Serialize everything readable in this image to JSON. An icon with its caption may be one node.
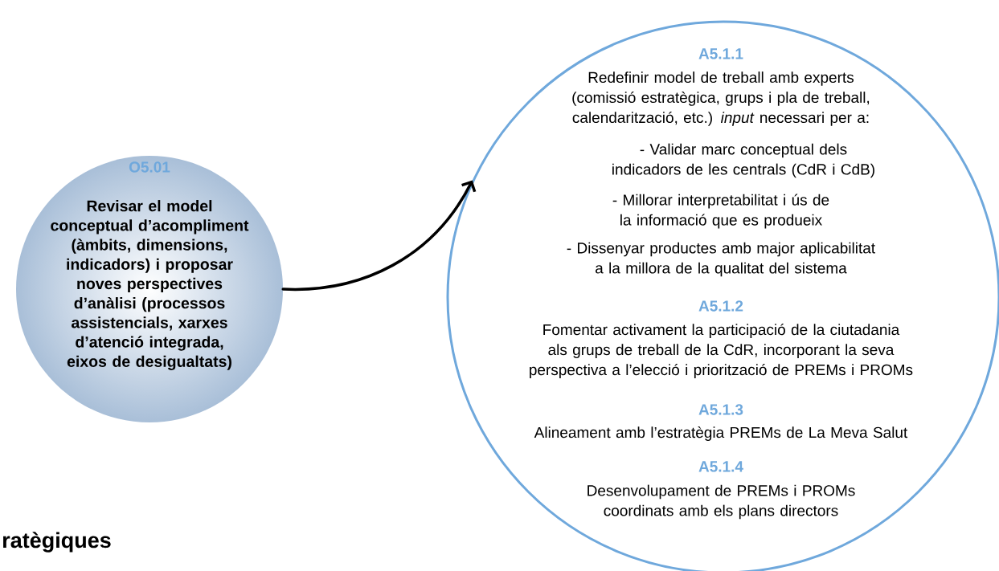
{
  "diagram": {
    "nodes": [
      {
        "text": [
          "O5.01",
          "Revisar el model conceptual d’acompliment (àmbits, dimensions, indicadors) i proposar noves perspectives d’anàlisi (processos assistencials, xarxes d’atenció integrada, eixos de desigualtats)"
        ]
      },
      {
        "text": [
          "A5.1.1",
          "Redefinir model de treball amb experts (comissió estratègica, grups i pla de treball, calendarització, etc.) *input* necessari per a:",
          "- Validar marc conceptual dels indicadors de les centrals (CdR i CdB)",
          "- Millorar interpretabilitat i ús de la informació que es produeix",
          "- Dissenyar productes amb major aplicabilitat a la millora de la qualitat del sistema",
          "A5.1.2",
          "Fomentar activament la participació de la ciutadania als grups de treball de la CdR, incorporant la seva perspectiva a l’elecció i priorització de PREMs i PROMs",
          "A5.1.3",
          "Alineament amb l’estratègia PREMs de La Meva Salut",
          "A5.1.4",
          "Desenvolupament de PREMs i PROMs coordinats amb els plans directors"
        ]
      }
    ],
    "edges": [
      {
        "from": 0,
        "to": 1,
        "arrow": "to"
      }
    ],
    "labels": [
      "ratègiques"
    ]
  }
}
